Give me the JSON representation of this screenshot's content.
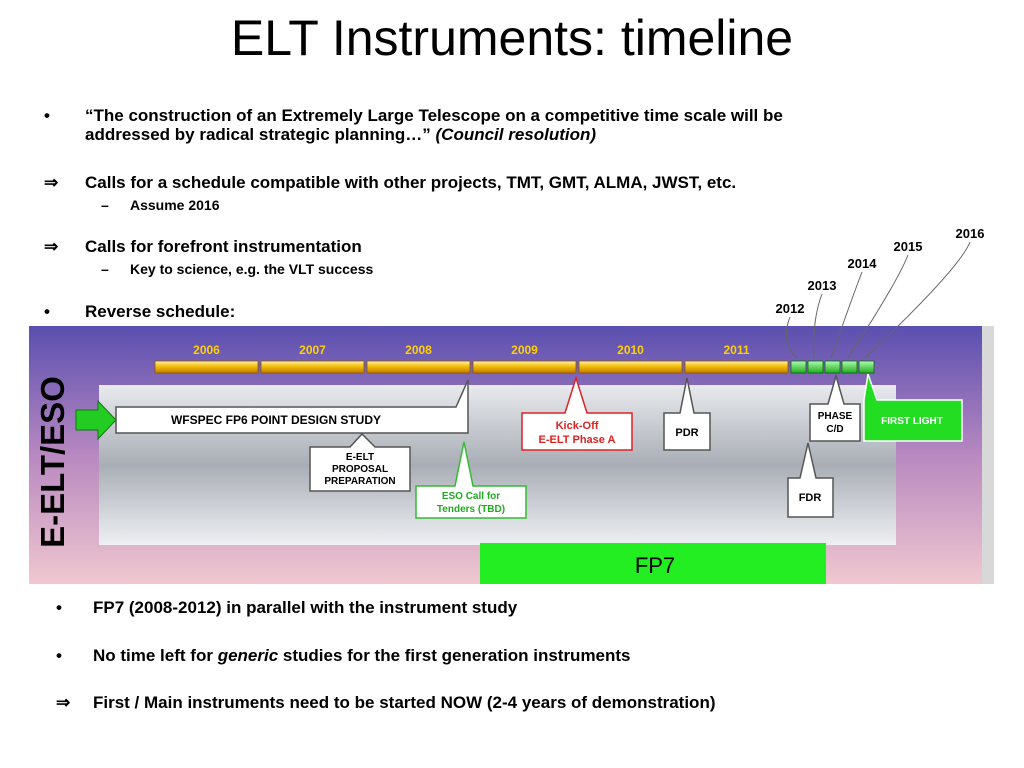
{
  "title": "ELT Instruments: timeline",
  "bullets": {
    "b1_line1": "“The construction of an Extremely Large Telescope on a competitive time scale will be",
    "b1_line2": "addressed by radical strategic planning…”",
    "b1_cite": "(Council resolution)",
    "b2": "Calls for a schedule compatible with other projects, TMT, GMT, ALMA, JWST, etc.",
    "b2_sub": "Assume 2016",
    "b3": "Calls for forefront instrumentation",
    "b3_sub": "Key to science, e.g. the VLT success",
    "b4": "Reverse schedule:"
  },
  "markers": {
    "dot": "•",
    "implies": "⇒",
    "dash": "–"
  },
  "diagram": {
    "side_label": "E-ELT/ESO",
    "years": [
      "2006",
      "2007",
      "2008",
      "2009",
      "2010",
      "2011"
    ],
    "late_years": [
      "2012",
      "2013",
      "2014",
      "2015",
      "2016"
    ],
    "wfspec": "WFSPEC FP6 POINT DESIGN STUDY",
    "proposal": [
      "E-ELT",
      "PROPOSAL",
      "PREPARATION"
    ],
    "eso_call": [
      "ESO Call for",
      "Tenders (TBD)"
    ],
    "kickoff": [
      "Kick-Off",
      "E-ELT Phase A"
    ],
    "pdr": "PDR",
    "phase_cd": [
      "PHASE",
      "C/D"
    ],
    "fdr": "FDR",
    "first_light": "FIRST LIGHT",
    "fp7": "FP7"
  },
  "bottom": {
    "b5": "FP7 (2008-2012) in parallel with the instrument study",
    "b6_pre": "No time left for",
    "b6_em": "generic",
    "b6_post": "studies for the first generation instruments",
    "b7": "First / Main instruments need to be started NOW (2-4 years of demonstration)"
  },
  "colors": {
    "year_bar": "#f0b800",
    "late_bar": "#33cc33",
    "fp7_box": "#22ee22",
    "kickoff_text": "#dd2222",
    "eso_call_text": "#22aa22",
    "sky_top": "#5a4fb0",
    "sky_bottom": "#f0c8d0"
  }
}
